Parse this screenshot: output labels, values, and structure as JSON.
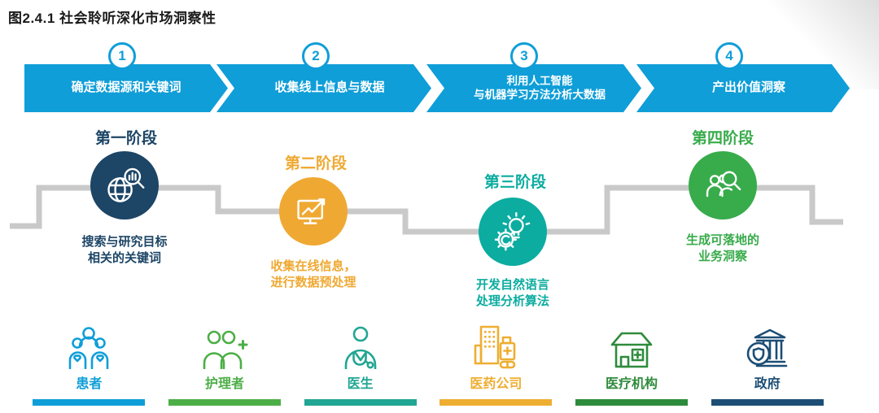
{
  "title": "图2.4.1 社会聆听深化市场洞察性",
  "colors": {
    "arrow": "#0f9ed8",
    "connector": "#c9c9c9",
    "title_text": "#1a1a1a"
  },
  "process_arrows": [
    {
      "number": "1",
      "line1": "确定数据源和关键词",
      "line2": ""
    },
    {
      "number": "2",
      "line1": "收集线上信息与数据",
      "line2": ""
    },
    {
      "number": "3",
      "line1": "利用人工智能",
      "line2": "与机器学习方法分析大数据"
    },
    {
      "number": "4",
      "line1": "产出价值洞察",
      "line2": ""
    }
  ],
  "stages": [
    {
      "name": "第一阶段",
      "icon": "globe-search-icon",
      "color": "#1c4566",
      "caption_line1": "搜索与研究目标",
      "caption_line2": "相关的关键词"
    },
    {
      "name": "第二阶段",
      "icon": "monitor-trend-icon",
      "color": "#efa933",
      "caption_line1": "收集在线信息，",
      "caption_line2": "进行数据预处理"
    },
    {
      "name": "第三阶段",
      "icon": "bulb-gear-icon",
      "color": "#0caca0",
      "caption_line1": "开发自然语言",
      "caption_line2": "处理分析算法"
    },
    {
      "name": "第四阶段",
      "icon": "people-search-icon",
      "color": "#38ab4b",
      "caption_line1": "生成可落地的",
      "caption_line2": "业务洞察"
    }
  ],
  "stakeholders": [
    {
      "label": "患者",
      "icon": "patients-icon",
      "color": "#0f9ed8"
    },
    {
      "label": "护理者",
      "icon": "caregivers-icon",
      "color": "#4cae46"
    },
    {
      "label": "医生",
      "icon": "doctor-icon",
      "color": "#21a693"
    },
    {
      "label": "医药公司",
      "icon": "pharma-company-icon",
      "color": "#eeae32"
    },
    {
      "label": "医疗机构",
      "icon": "medical-institution-icon",
      "color": "#2e8b3c"
    },
    {
      "label": "政府",
      "icon": "government-icon",
      "color": "#1d4e75"
    }
  ]
}
